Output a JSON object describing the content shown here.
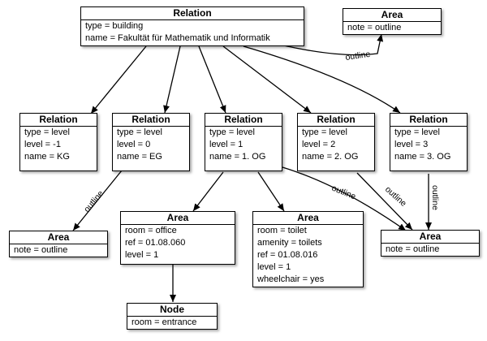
{
  "nodes": {
    "building": {
      "title": "Relation",
      "rows": [
        "type = building",
        "name = Fakultät für Mathematik und Informatik"
      ]
    },
    "area_top": {
      "title": "Area",
      "rows": [
        "note = outline"
      ]
    },
    "level_kg": {
      "title": "Relation",
      "rows": [
        "type = level",
        "level = -1",
        "name = KG"
      ]
    },
    "level_eg": {
      "title": "Relation",
      "rows": [
        "type = level",
        "level = 0",
        "name = EG"
      ]
    },
    "level_1og": {
      "title": "Relation",
      "rows": [
        "type = level",
        "level = 1",
        "name = 1. OG"
      ]
    },
    "level_2og": {
      "title": "Relation",
      "rows": [
        "type = level",
        "level = 2",
        "name = 2. OG"
      ]
    },
    "level_3og": {
      "title": "Relation",
      "rows": [
        "type = level",
        "level = 3",
        "name = 3. OG"
      ]
    },
    "area_left": {
      "title": "Area",
      "rows": [
        "note = outline"
      ]
    },
    "area_office": {
      "title": "Area",
      "rows": [
        "room = office",
        "ref = 01.08.060",
        "level = 1"
      ]
    },
    "area_toilet": {
      "title": "Area",
      "rows": [
        "room = toilet",
        "amenity = toilets",
        "ref = 01.08.016",
        "level = 1",
        "wheelchair = yes"
      ]
    },
    "area_right": {
      "title": "Area",
      "rows": [
        "note = outline"
      ]
    },
    "node_entrance": {
      "title": "Node",
      "rows": [
        "room = entrance"
      ]
    }
  },
  "edge_labels": {
    "top_outline": "outline",
    "eg_outline": "outline",
    "og1_outline": "outline",
    "og2_outline": "outline",
    "og3_outline": "outline"
  }
}
